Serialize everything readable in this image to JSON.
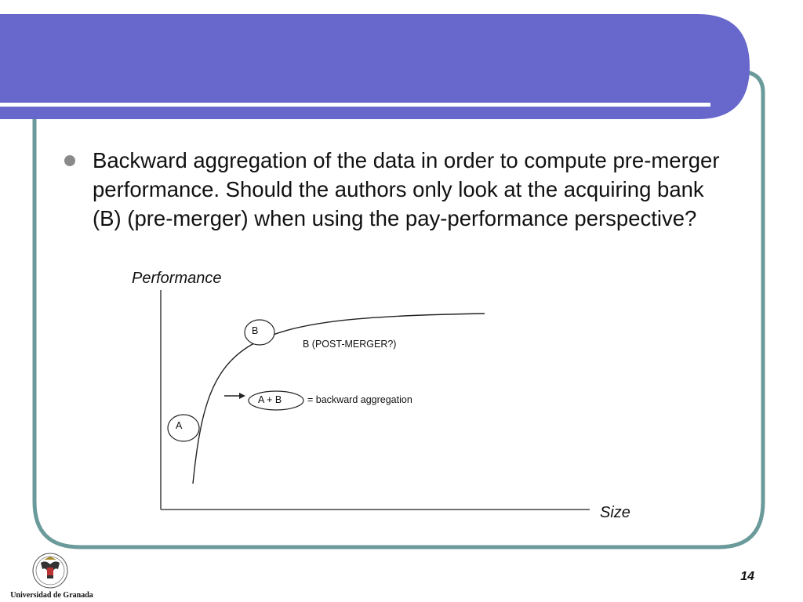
{
  "theme": {
    "banner_color": "#6767cc",
    "frame_color": "#6b9a9a",
    "bullet_color": "#8a8a8a"
  },
  "bullet": {
    "text": "Backward aggregation of the data in order to compute pre-merger performance. Should the authors only look at the acquiring bank (B) (pre-merger) when using the pay-performance perspective?"
  },
  "diagram": {
    "y_axis_label": "Performance",
    "x_axis_label": "Size",
    "circle_b": "B",
    "post_merger_label": "B (POST-MERGER?)",
    "circle_ab": "A + B",
    "backward_label": "= backward aggregation",
    "circle_a": "A"
  },
  "footer": {
    "logo_caption": "Universidad de Granada",
    "page_number": "14"
  }
}
